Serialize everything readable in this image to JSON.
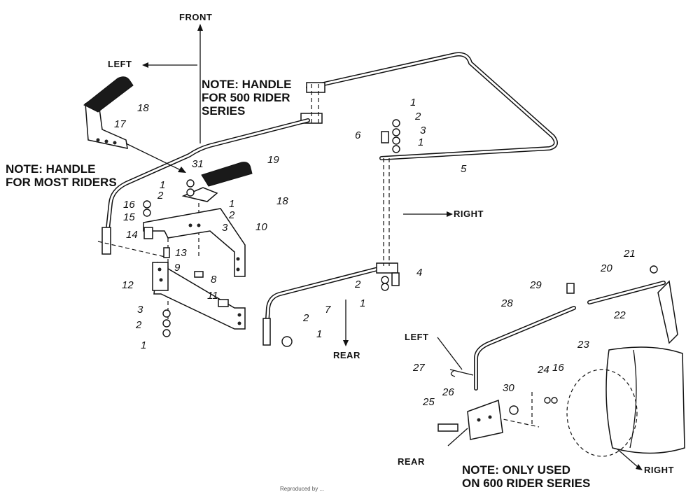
{
  "directions": {
    "front": "FRONT",
    "left_top": "LEFT",
    "right_mid": "RIGHT",
    "rear_mid": "REAR",
    "left_bottom": "LEFT",
    "rear_bottom": "REAR",
    "right_bottom": "RIGHT"
  },
  "notes": {
    "handle_500": "NOTE: HANDLE\nFOR 500 RIDER\nSERIES",
    "handle_most": "NOTE: HANDLE\nFOR MOST RIDERS",
    "only_600": "NOTE: ONLY USED\nON 600 RIDER SERIES"
  },
  "part_numbers": {
    "p18a": "18",
    "p17": "17",
    "p31": "31",
    "p19": "19",
    "p18b": "18",
    "p1a": "1",
    "p2a": "2",
    "p1b": "1",
    "p2b": "2",
    "p3a": "3",
    "p16a": "16",
    "p15": "15",
    "p14": "14",
    "p10": "10",
    "p13": "13",
    "p9": "9",
    "p8": "8",
    "p12": "12",
    "p11": "11",
    "p3b": "3",
    "p2c": "2",
    "p1c": "1",
    "p2d": "2",
    "p1d": "1",
    "p7": "7",
    "p1e": "1",
    "p2e": "2",
    "p3c": "3",
    "p1f": "1",
    "p6": "6",
    "p5": "5",
    "p2f": "2",
    "p4": "4",
    "p1g": "1",
    "p21": "21",
    "p20": "20",
    "p22": "22",
    "p29": "29",
    "p28": "28",
    "p23": "23",
    "p27": "27",
    "p26": "26",
    "p30": "30",
    "p24": "24",
    "p16b": "16",
    "p25": "25"
  },
  "footer": "Reproduced by ... "
}
